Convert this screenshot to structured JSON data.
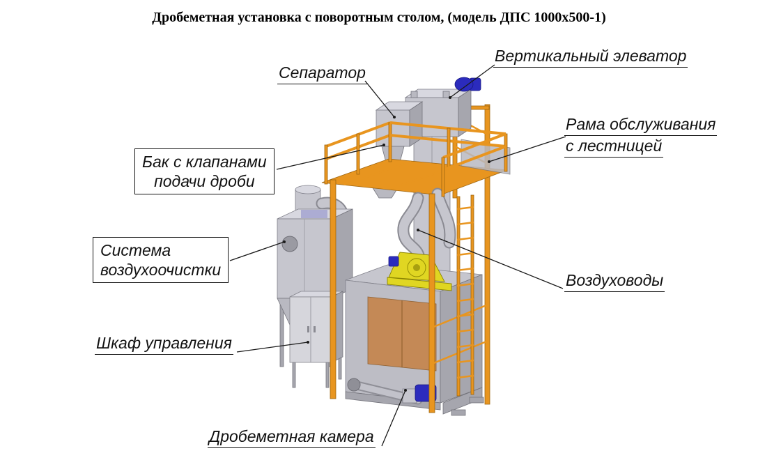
{
  "title": "Дробеметная установка с поворотным столом, (модель ДПС 1000х500-1)",
  "callouts": {
    "separator": {
      "text": "Сепаратор"
    },
    "elevator": {
      "text": "Вертикальный элеватор"
    },
    "service_frame": {
      "line1": "Рама обслуживания",
      "line2": "с лестницей"
    },
    "shot_tank": {
      "line1": "Бак с клапанами",
      "line2": "подачи дроби"
    },
    "air_system": {
      "line1": "Система",
      "line2": "воздухоочистки"
    },
    "air_ducts": {
      "text": "Воздуховоды"
    },
    "control_cabinet": {
      "text": "Шкаф управления"
    },
    "blast_chamber": {
      "text": "Дробеметная камера"
    }
  },
  "colors": {
    "frame_orange": "#e8951f",
    "machine_gray": "#c6c6ce",
    "door_brown": "#c5854d",
    "motor_blue": "#2b2bbd",
    "mech_yellow": "#e0d622"
  }
}
